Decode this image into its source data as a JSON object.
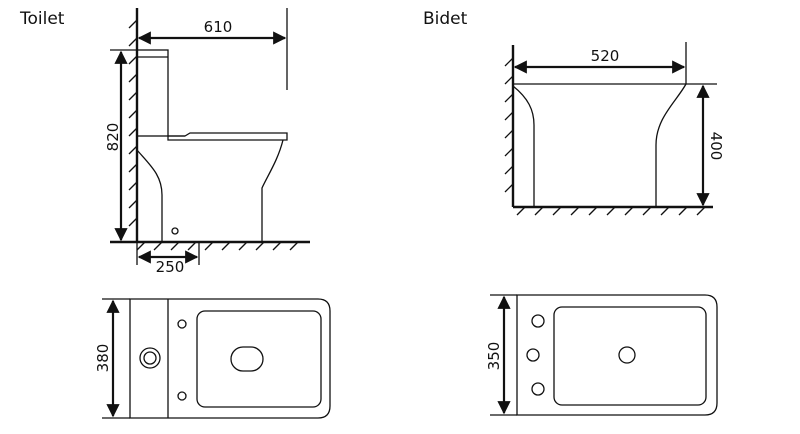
{
  "toilet": {
    "title": "Toilet",
    "dim_width": "610",
    "dim_height": "820",
    "dim_outlet": "250",
    "dim_top_width": "380"
  },
  "bidet": {
    "title": "Bidet",
    "dim_width": "520",
    "dim_height": "400",
    "dim_top_width": "350"
  },
  "colors": {
    "line": "#111111",
    "background": "#ffffff"
  }
}
